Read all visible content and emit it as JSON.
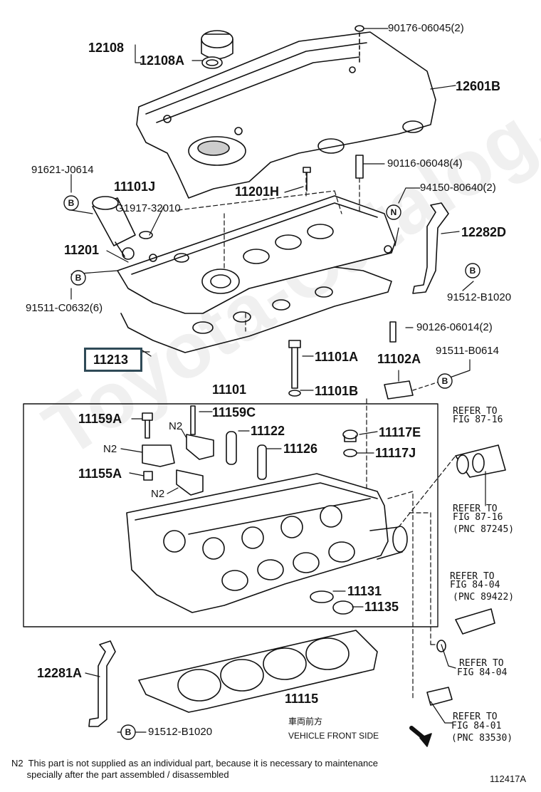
{
  "labels": {
    "p12108": "12108",
    "p12108A": "12108A",
    "p90176": "90176-06045(2)",
    "p12601B": "12601B",
    "p91621": "91621-J0614",
    "p11101J": "11101J",
    "pG1917": "G1917-32010",
    "p11201H": "11201H",
    "p90116": "90116-06048(4)",
    "p94150": "94150-80640(2)",
    "p12282D": "12282D",
    "p11201": "11201",
    "p91511C": "91511-C0632(6)",
    "p91512B_top": "91512-B1020",
    "p90126": "90126-06014(2)",
    "p11213": "11213",
    "p11101A": "11101A",
    "p11102A": "11102A",
    "p91511B": "91511-B0614",
    "p11101": "11101",
    "p11101B": "11101B",
    "p11159A": "11159A",
    "p11159C": "11159C",
    "p11122": "11122",
    "p11117E": "11117E",
    "p11126": "11126",
    "p11117J": "11117J",
    "p11155A": "11155A",
    "n2a": "N2",
    "n2b": "N2",
    "n2c": "N2",
    "p11131": "11131",
    "p11135": "11135",
    "p12281A": "12281A",
    "p11115": "11115",
    "p91512B_bot": "91512-B1020"
  },
  "circles": {
    "b1": "B",
    "n1": "N",
    "b2": "B",
    "b3": "B",
    "b4": "B",
    "b5": "B"
  },
  "refers": {
    "r1_line1": "REFER TO",
    "r1_line2": "FIG 87-16",
    "r2_line1": "REFER TO",
    "r2_line2": "FIG 87-16",
    "r2_line3": "(PNC 87245)",
    "r3_line1": "REFER TO",
    "r3_line2": "FIG 84-04",
    "r3_line3": "(PNC 89422)",
    "r4_line1": "REFER TO",
    "r4_line2": "FIG 84-04",
    "r5_line1": "REFER TO",
    "r5_line2": "FIG 84-01",
    "r5_line3": "(PNC 83530)"
  },
  "front": {
    "jp": "車両前方",
    "en": "VEHICLE FRONT SIDE"
  },
  "footnote": {
    "line1": "N2  This part is not supplied as an individual part, because it is necessary to maintenance",
    "line2": "      specially after the part assembled / disassembled"
  },
  "figure_id": "112417A",
  "watermark": "Toyota-Catalog.ru",
  "highlighted_part": "11213",
  "colors": {
    "ink": "#111111",
    "highlight_border": "#2f4a57"
  }
}
